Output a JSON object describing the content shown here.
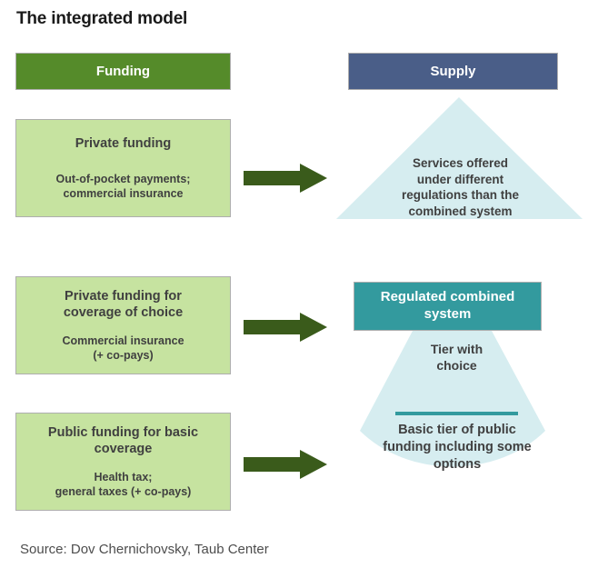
{
  "title": "The integrated model",
  "source": "Source: Dov Chernichovsky, Taub Center",
  "columns": {
    "funding_header": "Funding",
    "supply_header": "Supply"
  },
  "funding_boxes": [
    {
      "title": "Private funding",
      "subtitle": "Out-of-pocket payments;\ncommercial insurance"
    },
    {
      "title": "Private funding for\ncoverage of choice",
      "subtitle": "Commercial insurance\n(+ co-pays)"
    },
    {
      "title": "Public funding for basic\ncoverage",
      "subtitle": "Health tax;\ngeneral taxes (+ co-pays)"
    }
  ],
  "supply": {
    "triangle_text": "Services offered\nunder different\nregulations than the\ncombined system",
    "regulated_header": "Regulated combined\nsystem",
    "cone_tier_text": "Tier with\nchoice",
    "cone_basic_text": "Basic tier of public\nfunding including some\noptions"
  },
  "arrows": [
    {
      "label": "arrow-private-funding-to-supply"
    },
    {
      "label": "arrow-choice-funding-to-regulated"
    },
    {
      "label": "arrow-public-funding-to-regulated"
    }
  ],
  "colors": {
    "funding_header_green": "#558B2A",
    "supply_header_blue": "#4A5E88",
    "regulated_teal": "#339A9E",
    "panel_light_green": "#C6E3A0",
    "shape_light_blue": "#D6EDF0",
    "arrow_dark_green": "#3A5B1B",
    "text_dark": "#404040",
    "border_gray": "#aeaeae"
  }
}
